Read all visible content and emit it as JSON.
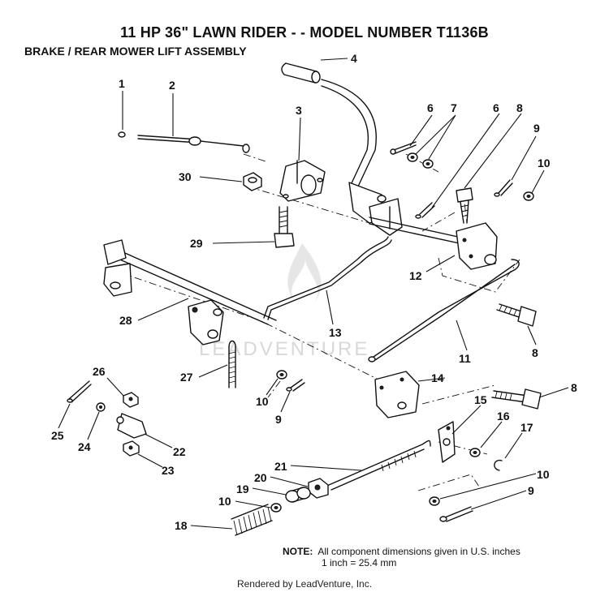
{
  "title": "11 HP 36\" LAWN RIDER - - MODEL NUMBER T1136B",
  "subtitle": "BRAKE / REAR MOWER LIFT ASSEMBLY",
  "note": {
    "label": "NOTE:",
    "line1": "All component dimensions given in U.S. inches",
    "line2": "1 inch = 25.4 mm"
  },
  "footer": "Rendered by LeadVenture, Inc.",
  "watermark": "LEADVENTURE",
  "callouts": [
    "1",
    "2",
    "3",
    "4",
    "6",
    "7",
    "6",
    "8",
    "9",
    "10",
    "30",
    "29",
    "12",
    "28",
    "13",
    "8",
    "11",
    "26",
    "10",
    "27",
    "14",
    "8",
    "25",
    "9",
    "24",
    "22",
    "15",
    "16",
    "23",
    "17",
    "21",
    "20",
    "10",
    "19",
    "9",
    "10",
    "18"
  ]
}
